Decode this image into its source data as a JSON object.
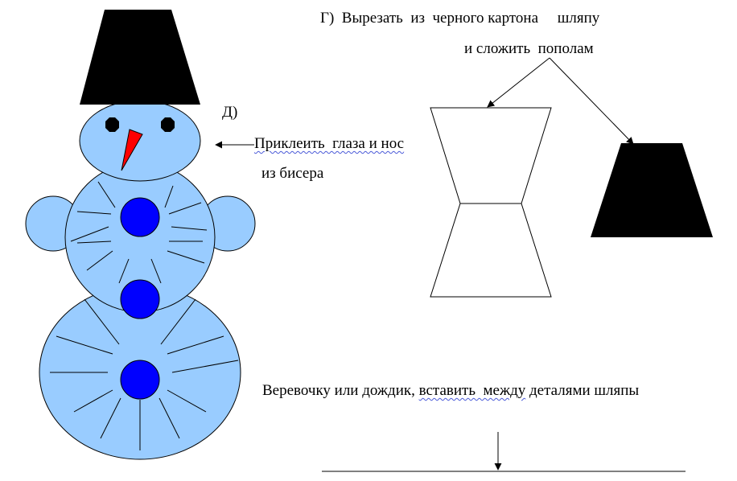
{
  "step_g": {
    "line1": "Г)  Вырезать  из  черного картона     шляпу",
    "line2": "и сложить  пополам"
  },
  "step_d": {
    "label": "Д)",
    "line1": "Приклеить  глаза и нос",
    "line2": "из бисера"
  },
  "bottom_instruction": {
    "part1": "Веревочку или дождик, ",
    "part2": "вставить  между",
    "part3": " деталями шляпы"
  },
  "colors": {
    "snow_body": "#99ccff",
    "buttons": "#0000ff",
    "hat": "#000000",
    "nose": "#ff0000",
    "spell_underline": "#4a5ad8"
  }
}
